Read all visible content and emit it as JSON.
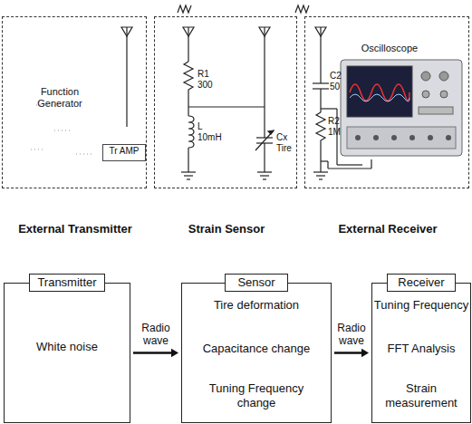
{
  "diagram": {
    "nodes": [
      {
        "text": [
          "Function Generator",
          "External Transmitter"
        ]
      },
      {
        "text": [
          "Tr AMP"
        ],
        "in": 0
      },
      {
        "text": [
          "Strain Sensor"
        ]
      },
      {
        "text": [
          "Oscilloscope",
          "External Receiver"
        ]
      },
      {
        "text": [
          "Transmitter",
          "White noise"
        ]
      },
      {
        "text": [
          "Sensor"
        ]
      },
      {
        "text": [
          "Tire deformation"
        ],
        "in": 5
      },
      {
        "text": [
          "Capacitance change"
        ],
        "in": 5
      },
      {
        "text": [
          "Tuning Frequency change"
        ],
        "in": 5
      },
      {
        "text": [
          "Receiver"
        ]
      },
      {
        "text": [
          "Tuning Frequency"
        ],
        "in": 9
      },
      {
        "text": [
          "FFT Analysis"
        ],
        "in": 9
      },
      {
        "text": [
          "Strain measurement"
        ],
        "in": 9
      }
    ],
    "edges": [
      {
        "from": 4,
        "to": 5,
        "label": "Radio wave",
        "arrow": "to"
      },
      {
        "from": 5,
        "to": 9,
        "label": "Radio wave",
        "arrow": "to"
      },
      {
        "from": 6,
        "to": 7,
        "arrow": "to"
      },
      {
        "from": 7,
        "to": 8,
        "arrow": "to"
      },
      {
        "from": 10,
        "to": 11,
        "arrow": "to"
      },
      {
        "from": 11,
        "to": 12,
        "arrow": "to"
      }
    ],
    "labels": [
      "R1",
      "300",
      "L",
      "10mH",
      "Cx",
      "Tire",
      "C2",
      "50",
      "R2",
      "1M"
    ]
  }
}
